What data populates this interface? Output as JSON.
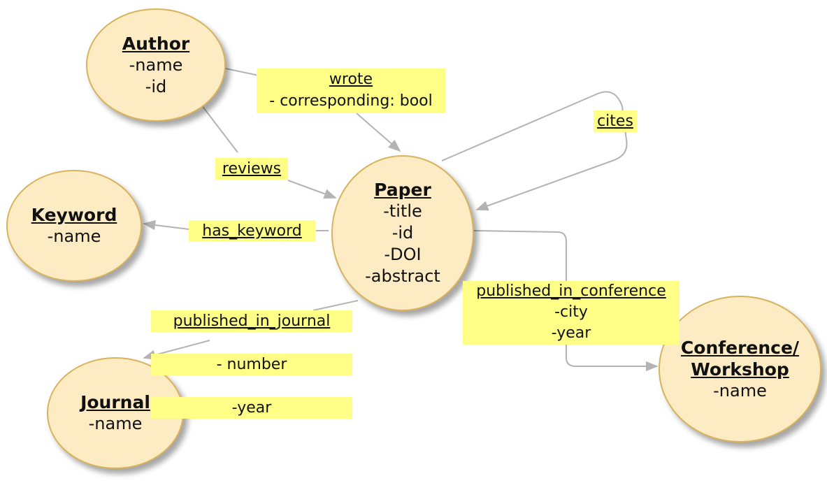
{
  "nodes": {
    "author": {
      "title": "Author",
      "attrs": [
        "-name",
        "-id"
      ]
    },
    "paper": {
      "title": "Paper",
      "attrs": [
        "-title",
        "-id",
        "-DOI",
        "-abstract"
      ]
    },
    "keyword": {
      "title": "Keyword",
      "attrs": [
        "-name"
      ]
    },
    "journal": {
      "title": "Journal",
      "attrs": [
        "-name"
      ]
    },
    "conference": {
      "title_line1": "Conference/",
      "title_line2": "Workshop",
      "attrs": [
        "-name"
      ]
    }
  },
  "edges": {
    "wrote": {
      "label": "wrote",
      "attrs": [
        "- corresponding: bool"
      ]
    },
    "reviews": {
      "label": "reviews"
    },
    "cites": {
      "label": "cites"
    },
    "has_keyword": {
      "label": "has_keyword"
    },
    "published_in_journal": {
      "label": "published_in_journal",
      "attrs": [
        "- number",
        "-year"
      ]
    },
    "published_in_conference": {
      "label": "published_in_conference",
      "attrs": [
        "-city",
        "-year"
      ]
    }
  },
  "colors": {
    "node_fill": "#fdebc4",
    "node_border": "#d8b35b",
    "label_highlight": "#ffff88",
    "edge_stroke": "#b3b3b3"
  }
}
